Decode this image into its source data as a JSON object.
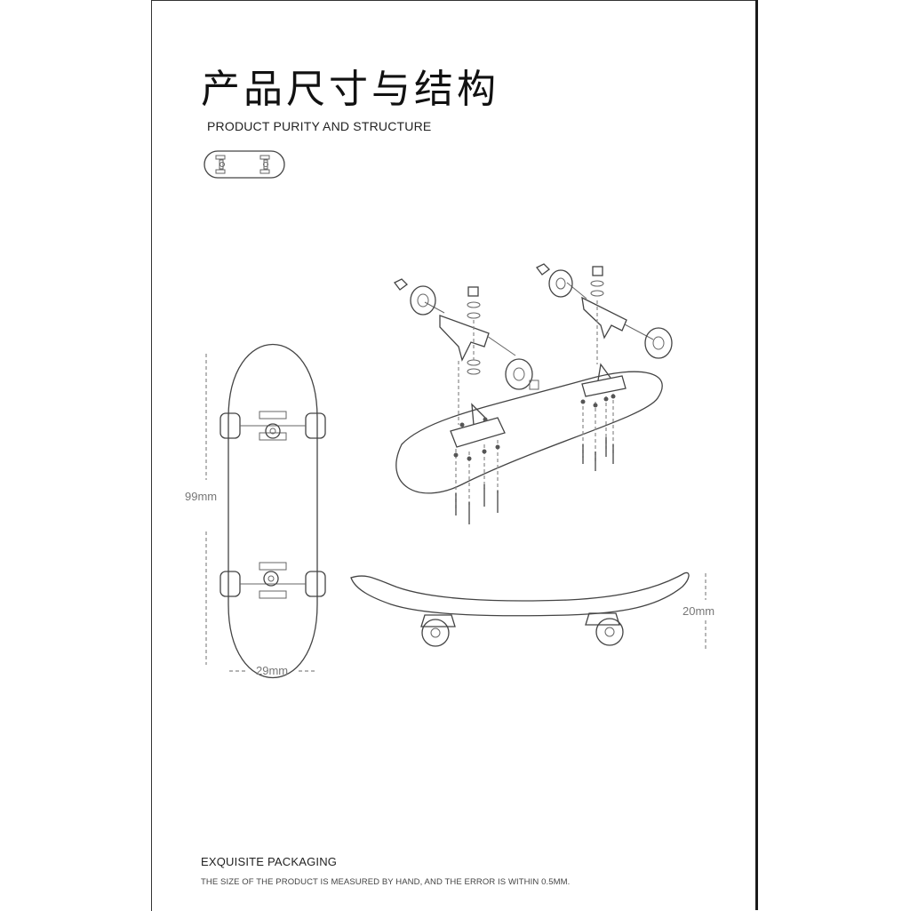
{
  "header": {
    "title_cn": "产品尺寸与结构",
    "title_en": "PRODUCT PURITY AND STRUCTURE"
  },
  "dimensions": {
    "length": "99mm",
    "width": "29mm",
    "height": "20mm"
  },
  "footer": {
    "packaging": "EXQUISITE PACKAGING",
    "note": "THE SIZE OF THE PRODUCT IS MEASURED BY HAND, AND THE ERROR IS WITHIN 0.5MM."
  }
}
